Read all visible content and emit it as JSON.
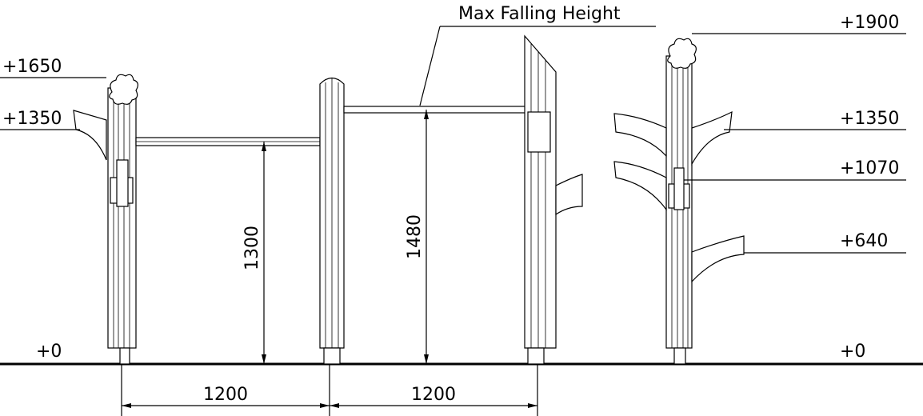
{
  "title": "Max Falling Height",
  "levels_left": {
    "top": "+1650",
    "fin": "+1350",
    "ground": "+0"
  },
  "levels_right": {
    "top": "+1900",
    "fin_high": "+1350",
    "fin_mid": "+1070",
    "fin_low": "+640",
    "ground": "+0"
  },
  "dimensions": {
    "bar_low": "1300",
    "bar_high": "1480",
    "span_1": "1200",
    "span_2": "1200"
  }
}
